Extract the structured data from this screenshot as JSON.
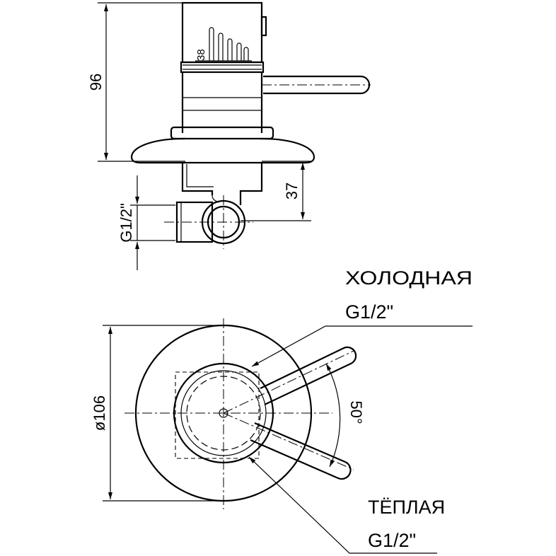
{
  "side_view": {
    "height_dim": "96",
    "depth_dim": "37",
    "thread_dim": "G1/2\"",
    "temp_mark": "38"
  },
  "top_view": {
    "diameter_dim": "ø106",
    "angle_dim": "50°",
    "cold_label": "ХОЛОДНАЯ",
    "cold_thread": "G1/2\"",
    "warm_label": "ТЁПЛАЯ",
    "warm_thread": "G1/2\""
  }
}
